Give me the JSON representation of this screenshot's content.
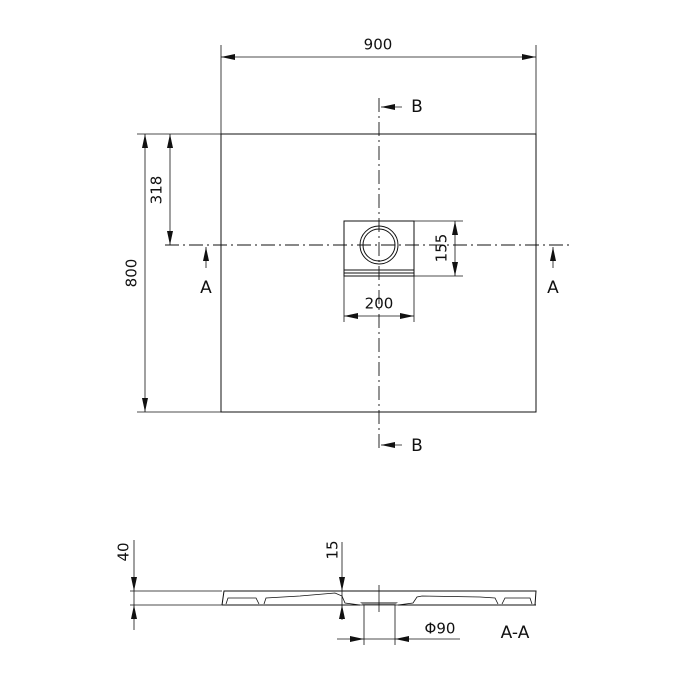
{
  "plan_view": {
    "width_dim": "900",
    "height_dim": "800",
    "drain_offset_dim": "318",
    "drain_box_height_dim": "155",
    "drain_box_width_dim": "200",
    "section_marker_b_top": "B",
    "section_marker_b_bottom": "B",
    "section_marker_a_left": "A",
    "section_marker_a_right": "A"
  },
  "section_view": {
    "thickness_dim": "40",
    "depth_dim": "15",
    "drain_diameter_dim": "Φ90",
    "title": "A-A"
  }
}
